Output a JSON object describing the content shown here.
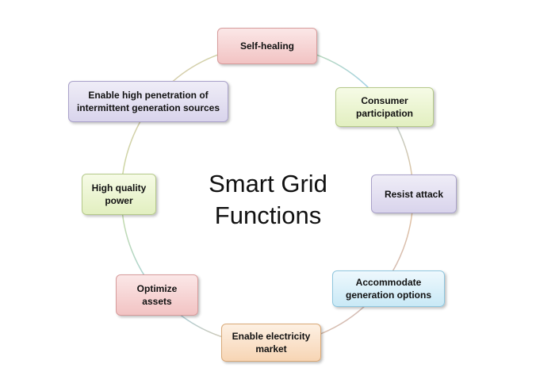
{
  "diagram": {
    "title_line1": "Smart Grid",
    "title_line2": "Functions",
    "nodes": [
      {
        "id": "self-healing",
        "line1": "Self-healing",
        "line2": "",
        "color": "#f2c3c3"
      },
      {
        "id": "consumer-participation",
        "line1": "Consumer",
        "line2": "participation",
        "color": "#e2efc0"
      },
      {
        "id": "resist-attack",
        "line1": "Resist attack",
        "line2": "",
        "color": "#d9d4ec"
      },
      {
        "id": "accommodate-generation-options",
        "line1": "Accommodate",
        "line2": "generation options",
        "color": "#c9e9f6"
      },
      {
        "id": "enable-electricity-market",
        "line1": "Enable electricity",
        "line2": "market",
        "color": "#f7d5b4"
      },
      {
        "id": "optimize-assets",
        "line1": "Optimize",
        "line2": "assets",
        "color": "#f2c3c3"
      },
      {
        "id": "high-quality-power",
        "line1": "High quality",
        "line2": "power",
        "color": "#e2efc0"
      },
      {
        "id": "enable-high-penetration",
        "line1": "Enable high penetration of",
        "line2": "intermittent generation sources",
        "color": "#d9d4ec"
      }
    ]
  }
}
